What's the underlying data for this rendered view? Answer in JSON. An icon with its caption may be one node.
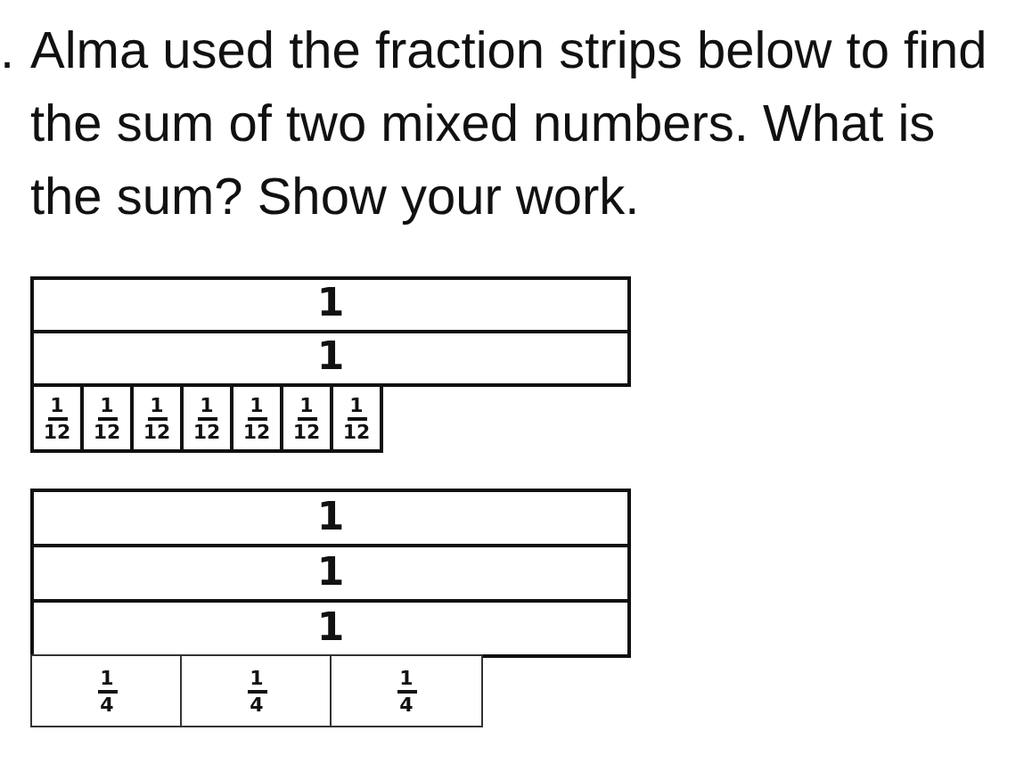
{
  "diagram": {
    "title": "Alma used the fraction strips below to find the sum of two mixed numbers. What is the sum? Show your work.",
    "nodes": [
      {
        "text": [
          "1"
        ]
      },
      {
        "text": [
          "1"
        ]
      },
      {
        "text": [
          "1",
          "12"
        ]
      },
      {
        "text": [
          "1",
          "12"
        ]
      },
      {
        "text": [
          "1",
          "12"
        ]
      },
      {
        "text": [
          "1",
          "12"
        ]
      },
      {
        "text": [
          "1",
          "12"
        ]
      },
      {
        "text": [
          "1",
          "12"
        ]
      },
      {
        "text": [
          "1",
          "12"
        ]
      },
      {
        "text": [
          "1"
        ]
      },
      {
        "text": [
          "1"
        ]
      },
      {
        "text": [
          "1"
        ]
      },
      {
        "text": [
          "1",
          "4"
        ]
      },
      {
        "text": [
          "1",
          "4"
        ]
      },
      {
        "text": [
          "1",
          "4"
        ]
      }
    ],
    "edges": [],
    "labels": [
      "."
    ]
  }
}
